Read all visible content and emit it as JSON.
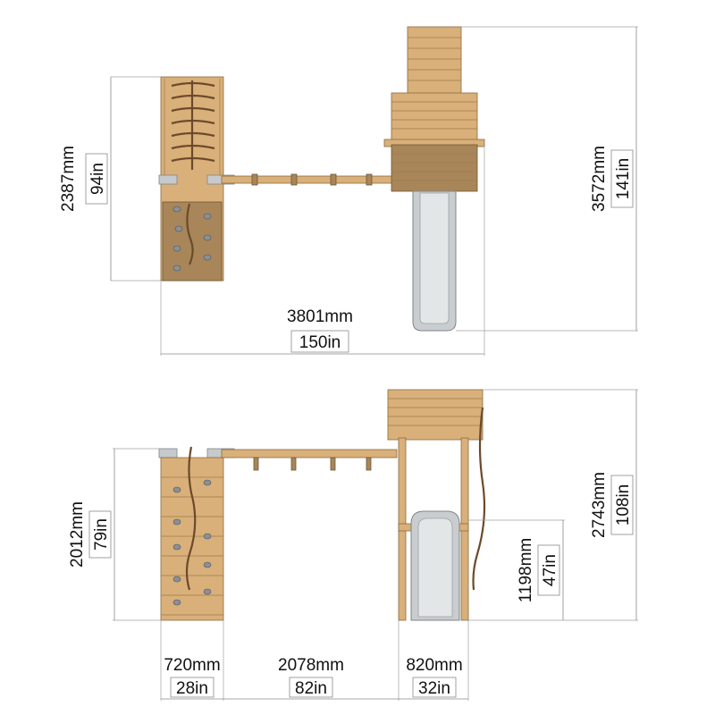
{
  "top_view": {
    "width_overall": {
      "mm": "3801mm",
      "in": "150in"
    },
    "left_unit_depth": {
      "mm": "2387mm",
      "in": "94in"
    },
    "right_unit_depth": {
      "mm": "3572mm",
      "in": "141in"
    }
  },
  "front_view": {
    "left_unit_height": {
      "mm": "2012mm",
      "in": "79in"
    },
    "deck_height": {
      "mm": "1198mm",
      "in": "47in"
    },
    "overall_height": {
      "mm": "2743mm",
      "in": "108in"
    },
    "left_unit_width": {
      "mm": "720mm",
      "in": "28in"
    },
    "beam_span": {
      "mm": "2078mm",
      "in": "82in"
    },
    "right_unit_width": {
      "mm": "820mm",
      "in": "32in"
    }
  },
  "colors": {
    "wood": "#d9b07a",
    "wood_dark": "#a8865a",
    "slide": "#c9cdcf",
    "rope": "#6b4a2a",
    "dimension_line": "#8a8a8a"
  }
}
